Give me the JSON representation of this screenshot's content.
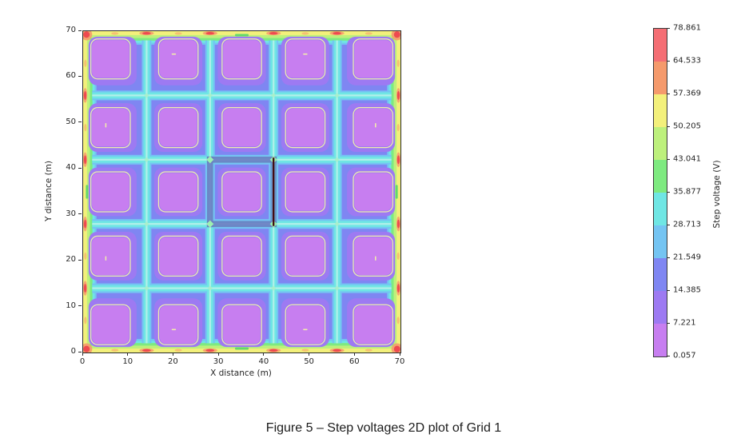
{
  "figure_caption": "Figure 5 – Step voltages 2D plot of Grid 1",
  "chart_data": {
    "type": "heatmap",
    "variant": "filled_contour_2d",
    "title": "",
    "xlabel": "X distance (m)",
    "ylabel": "Y distance (m)",
    "xlim": [
      0,
      70
    ],
    "ylim": [
      0,
      70
    ],
    "x_ticks": [
      0,
      10,
      20,
      30,
      40,
      50,
      60,
      70
    ],
    "y_ticks": [
      0,
      10,
      20,
      30,
      40,
      50,
      60,
      70
    ],
    "grid_on": false,
    "legend_position": "colorbar-right",
    "colorbar": {
      "label": "Step voltage (V)",
      "tick_labels_top_to_bottom": [
        "78.861",
        "64.533",
        "57.369",
        "50.205",
        "43.041",
        "35.877",
        "28.713",
        "21.549",
        "14.385",
        "7.221",
        "0.057"
      ],
      "levels": [
        0.057,
        7.221,
        14.385,
        21.549,
        28.713,
        35.877,
        43.041,
        50.205,
        57.369,
        64.533,
        78.861
      ],
      "segment_colors_bottom_to_top": [
        "#c77ef0",
        "#9d7af2",
        "#7f86f2",
        "#74c4f2",
        "#6fe6e4",
        "#7eea80",
        "#bdf07c",
        "#f3f07b",
        "#f59a6c",
        "#f46e74"
      ]
    },
    "earthing_grid": {
      "extent_m": [
        70,
        70
      ],
      "mesh_count": "5x5",
      "conductor_spacing_m": 14,
      "conductor_positions_m": [
        0,
        14,
        28,
        42,
        56,
        70
      ]
    },
    "value_pattern": {
      "mesh_centers": "minimum step voltage ~0.057 V (purple) at centre of each mesh",
      "perimeter_junctions": "maximum step voltage ~78.861 V (red) at grid corners and perimeter conductor junctions",
      "over_conductors": "cyan/blue bands (~21-36 V) along buried conductors between meshes"
    },
    "annotations": {
      "profile_line": {
        "x_m": 42,
        "y_from_m": 28,
        "y_to_m": 42,
        "color": "#42090e"
      },
      "center_mesh_highlight": {
        "x_from_m": 28,
        "x_to_m": 42,
        "y_from_m": 28,
        "y_to_m": 42,
        "border_color": "#6a7cc2"
      }
    },
    "center_marks": [
      {
        "x": 20,
        "y": 65,
        "o": "h"
      },
      {
        "x": 49,
        "y": 65,
        "o": "h"
      },
      {
        "x": 5,
        "y": 49.5,
        "o": "v"
      },
      {
        "x": 64.5,
        "y": 49.5,
        "o": "v"
      },
      {
        "x": 5,
        "y": 20.5,
        "o": "v"
      },
      {
        "x": 64.5,
        "y": 20.5,
        "o": "v"
      },
      {
        "x": 20,
        "y": 5,
        "o": "h"
      },
      {
        "x": 49,
        "y": 5,
        "o": "h"
      }
    ],
    "palette": {
      "orchid": "#c77ef0",
      "violet": "#9d7af2",
      "periwinkle": "#7f86f2",
      "sky": "#74c4f2",
      "cyan": "#6fe6e4",
      "aqua": "#b0f0e8",
      "green": "#7eea80",
      "yellow_green": "#bdf07c",
      "yellow": "#f3f07b",
      "orange": "#f59a6c",
      "red": "#ee4a50",
      "cream": "#f0ecad",
      "slate": "#6a7cc2",
      "maroon": "#42090e",
      "mid_green": "#63d96b",
      "diamond": "#a9efc9"
    }
  }
}
